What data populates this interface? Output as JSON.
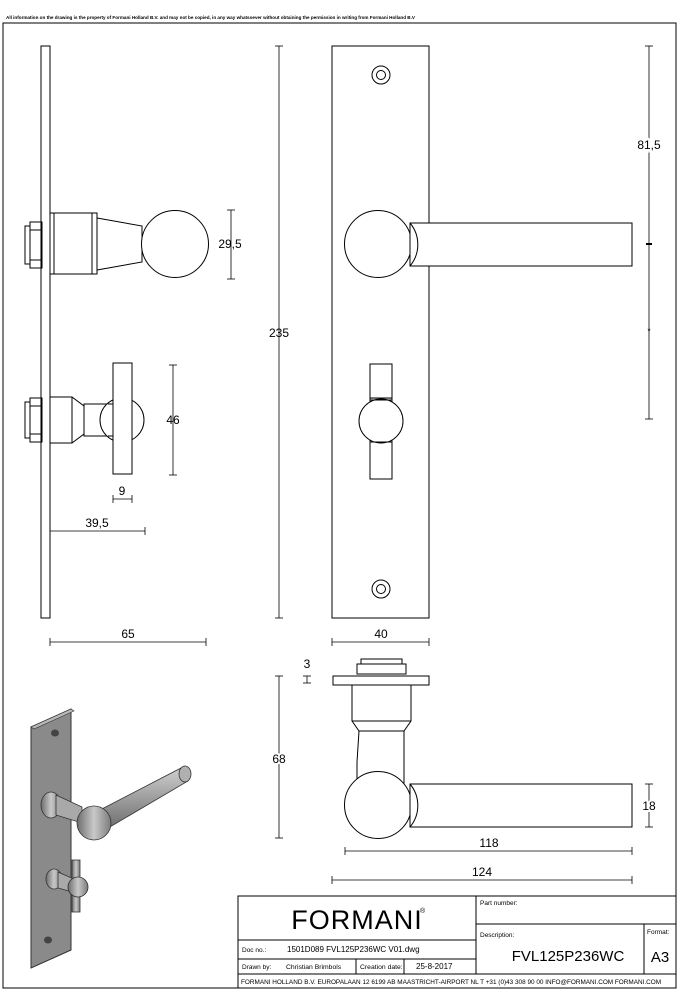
{
  "notice": "All information on the drawing is the property of Formani Holland B.V. and may not be copied, in any way whatsoever without obtaining the permission in writing from Formani Holland B.V",
  "dimensions": {
    "side_height": "235",
    "knob_diameter": "29,5",
    "turn_height": "46",
    "turn_width": "9",
    "turn_projection": "39,5",
    "handle_projection": "65",
    "plate_width": "40",
    "hole_distance": "81,5",
    "rose_thickness": "3",
    "lever_projection": "68",
    "lever_thickness": "18",
    "lever_length_inner": "118",
    "lever_length_total": "124"
  },
  "title_block": {
    "brand": "FORMANI",
    "part_number_label": "Part number:",
    "description_label": "Description:",
    "format_label": "Format:",
    "doc_no_label": "Doc no.:",
    "doc_no": "1501D089 FVL125P236WC V01.dwg",
    "drawn_by_label": "Drawn by:",
    "drawn_by": "Christian Brimbols",
    "creation_date_label": "Creation date:",
    "creation_date": "25-8-2017",
    "description": "FVL125P236WC",
    "format": "A3",
    "footer": "FORMANI HOLLAND B.V.  EUROPALAAN 12  6199 AB MAASTRICHT-AIRPORT NL  T +31 (0)43 308 90 00 INFO@FORMANI.COM FORMANI.COM"
  }
}
